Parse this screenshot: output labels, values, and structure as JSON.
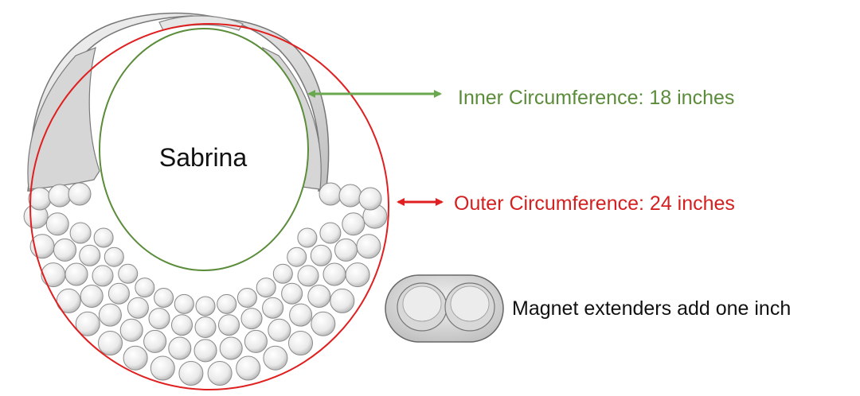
{
  "necklace": {
    "name": "Sabrina"
  },
  "labels": {
    "inner": "Inner Circumference: 18 inches",
    "outer": "Outer Circumference: 24 inches",
    "magnet": "Magnet extenders add one inch"
  },
  "colors": {
    "inner": "#6aa84f",
    "outer": "#e02020",
    "inner_text": "#5b8c3a",
    "outer_text": "#d42020",
    "sketch": "#777777",
    "text": "#111111"
  },
  "icons": {
    "magnet": "magnet-extender-icon",
    "bead": "bead-icon"
  }
}
